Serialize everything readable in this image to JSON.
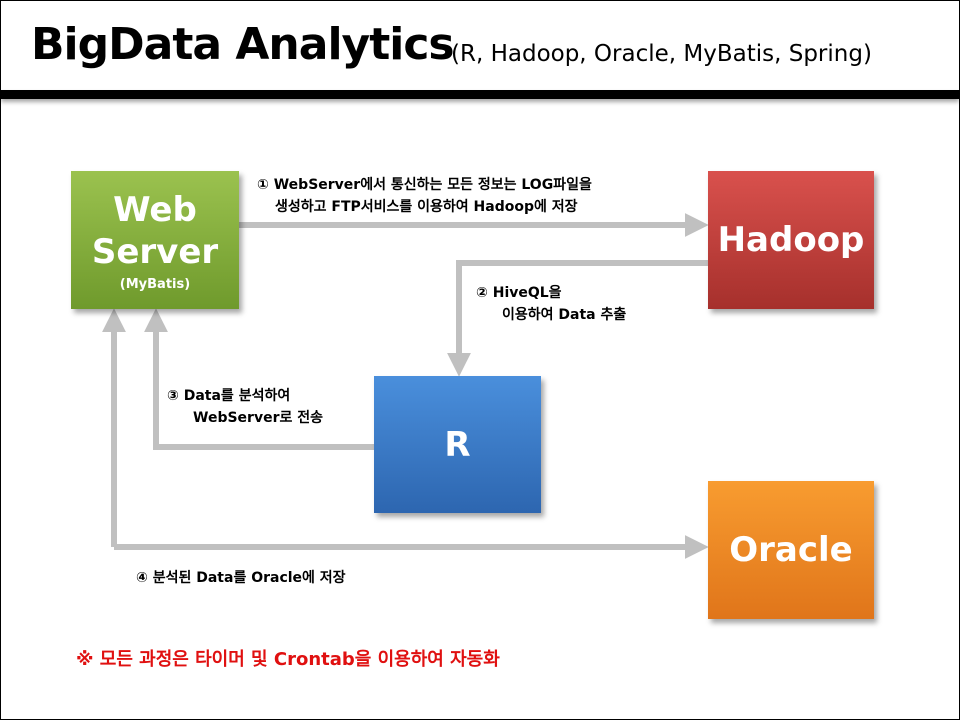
{
  "header": {
    "title": "BigData Analytics",
    "subtitle": "(R, Hadoop, Oracle, MyBatis, Spring)"
  },
  "nodes": {
    "web": {
      "line1": "Web",
      "line2": "Server",
      "sub": "(MyBatis)",
      "color": "#7fa83a"
    },
    "hadoop": {
      "label": "Hadoop",
      "color": "#c0403c"
    },
    "r": {
      "label": "R",
      "color": "#3a7bc8"
    },
    "oracle": {
      "label": "Oracle",
      "color": "#f08a24"
    }
  },
  "steps": [
    {
      "line1": "① WebServer에서 통신하는 모든 정보는 LOG파일을",
      "line2": "생성하고 FTP서비스를 이용하여 Hadoop에 저장"
    },
    {
      "line1": "② HiveQL을",
      "line2": "이용하여 Data 추출"
    },
    {
      "line1": "③ Data를 분석하여",
      "line2": "WebServer로 전송"
    },
    {
      "line1": "④ 분석된 Data를 Oracle에 저장"
    }
  ],
  "note": "※ 모든 과정은 타이머 및 Crontab을 이용하여 자동화",
  "colors": {
    "arrow": "#c0c0c0",
    "note": "#e01010"
  }
}
